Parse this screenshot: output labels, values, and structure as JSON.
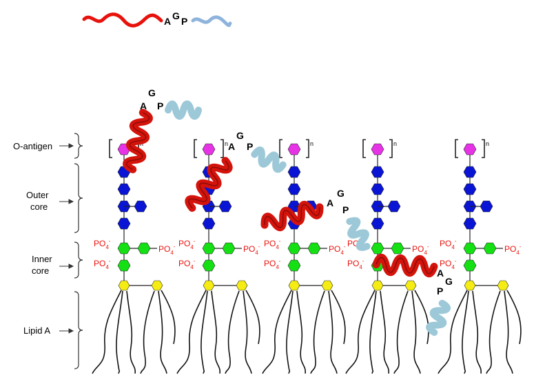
{
  "legend": {
    "aa_a": "A",
    "aa_g": "G",
    "aa_p": "P",
    "colors": {
      "red_segment": "#e8120c",
      "blue_segment": "#8fb4dc"
    }
  },
  "regions": {
    "o_antigen": "O-antigen",
    "outer_core_line1": "Outer",
    "outer_core_line2": "core",
    "inner_core_line1": "Inner",
    "inner_core_line2": "core",
    "lipid_a": "Lipid A"
  },
  "phosphate": {
    "label": "PO",
    "sub": "4",
    "sup": "-"
  },
  "repeat_index": "n",
  "motif": {
    "a": "A",
    "g": "G",
    "p": "P"
  },
  "colors": {
    "o_antigen_sugar": "#e633e6",
    "outer_core_sugar": "#0a14d4",
    "inner_core_sugar": "#14e014",
    "lipid_a_sugar": "#f5ec14",
    "phosphate_text": "#e8120c",
    "helix_red": "#d4140c",
    "helix_light_blue": "#9cc8d8"
  },
  "units": [
    {
      "id": "lps-1",
      "sugars_outer": 5,
      "branch": true,
      "inner": 2
    },
    {
      "id": "lps-2",
      "sugars_outer": 5,
      "branch": true,
      "inner": 2
    },
    {
      "id": "lps-3",
      "sugars_outer": 5,
      "branch": true,
      "inner": 2
    },
    {
      "id": "lps-4",
      "sugars_outer": 5,
      "branch": true,
      "inner": 2
    },
    {
      "id": "lps-5",
      "sugars_outer": 5,
      "branch": true,
      "inner": 2
    }
  ]
}
